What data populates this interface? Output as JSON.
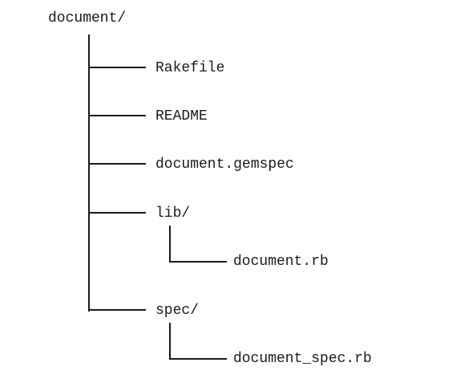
{
  "tree": {
    "root": "document/",
    "children": [
      {
        "name": "Rakefile"
      },
      {
        "name": "README"
      },
      {
        "name": "document.gemspec"
      },
      {
        "name": "lib/",
        "children": [
          {
            "name": "document.rb"
          }
        ]
      },
      {
        "name": "spec/",
        "children": [
          {
            "name": "document_spec.rb"
          }
        ]
      }
    ]
  }
}
